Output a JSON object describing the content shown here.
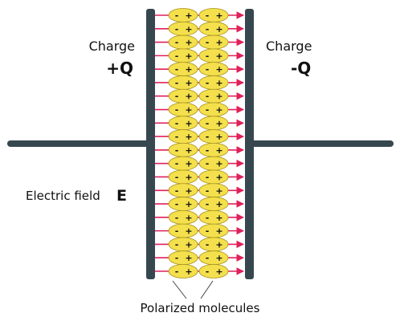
{
  "labels": {
    "left_charge_word": "Charge",
    "left_charge_symbol": "+Q",
    "right_charge_word": "Charge",
    "right_charge_symbol": "-Q",
    "field_text": "Electric field",
    "field_symbol": "E",
    "molecules_caption": "Polarized molecules"
  },
  "molecule": {
    "negative_sign": "-",
    "positive_sign": "+",
    "rows": 20,
    "columns": 2
  },
  "colors": {
    "plate": "#36474f",
    "wire": "#36474f",
    "field_line": "#e0205a",
    "molecule_fill": "#f4e04d",
    "molecule_stroke": "#a8921a",
    "text": "#111111"
  }
}
